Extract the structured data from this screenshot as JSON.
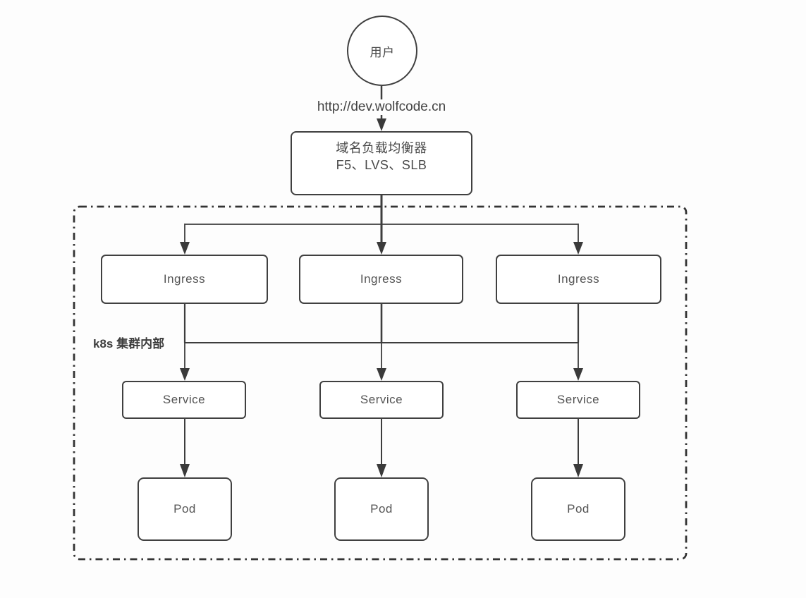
{
  "diagram": {
    "user_node": {
      "label": "用户"
    },
    "request_url_label": "http://dev.wolfcode.cn",
    "load_balancer_node": {
      "line1": "域名负载均衡器",
      "line2": "F5、LVS、SLB"
    },
    "cluster_boundary": {
      "label": "k8s 集群内部"
    },
    "ingress_nodes": [
      {
        "label": "Ingress"
      },
      {
        "label": "Ingress"
      },
      {
        "label": "Ingress"
      }
    ],
    "service_nodes": [
      {
        "label": "Service"
      },
      {
        "label": "Service"
      },
      {
        "label": "Service"
      }
    ],
    "pod_nodes": [
      {
        "label": "Pod"
      },
      {
        "label": "Pod"
      },
      {
        "label": "Pod"
      }
    ],
    "colors": {
      "background": "#fdfdfd",
      "node_fill": "#ffffff",
      "stroke": "#3d3d3d",
      "box_border": "#404040",
      "label_text": "#545454",
      "cluster_border": "#333333"
    }
  }
}
